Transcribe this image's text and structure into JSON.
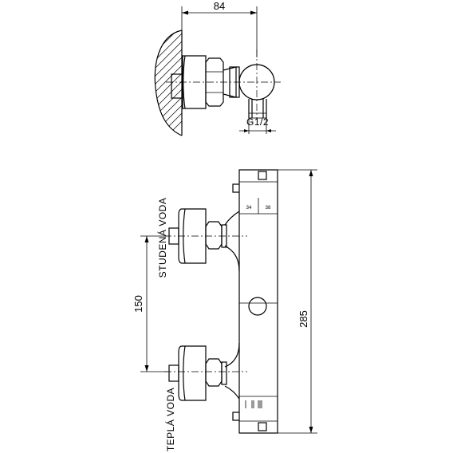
{
  "top_view": {
    "width_dimension": "84",
    "thread_label": "G1/2"
  },
  "front_view": {
    "height_dimension": "285",
    "spacing_dimension": "150",
    "cold_water_label": "STUDENÁ VODA",
    "hot_water_label": "TEPLÁ VODA",
    "scale_left": "34",
    "scale_right": "38"
  }
}
